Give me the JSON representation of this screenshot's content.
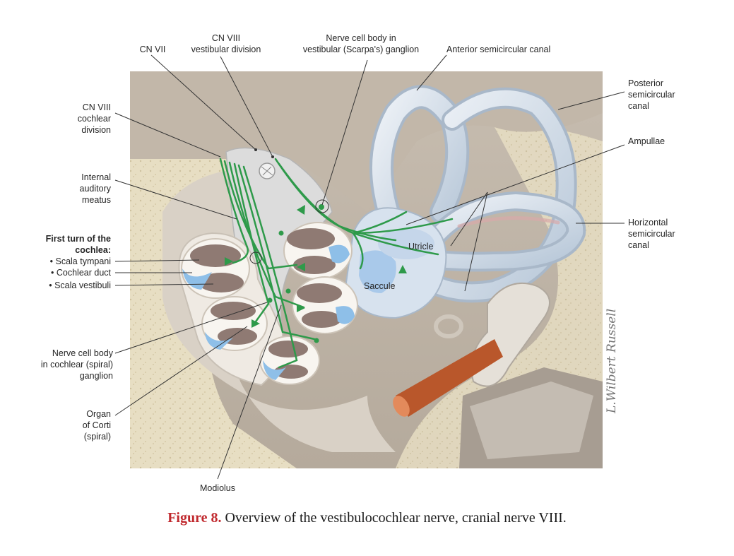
{
  "labels": {
    "cn7": "CN VII",
    "cn8_vestibular": [
      "CN VIII",
      "vestibular division"
    ],
    "scarpa": [
      "Nerve cell body in",
      "vestibular (Scarpa's) ganglion"
    ],
    "anterior_canal": "Anterior semicircular canal",
    "posterior_canal": [
      "Posterior",
      "semicircular",
      "canal"
    ],
    "ampullae": "Ampullae",
    "horizontal_canal": [
      "Horizontal",
      "semicircular",
      "canal"
    ],
    "cn8_cochlear": [
      "CN VIII",
      "cochlear",
      "division"
    ],
    "internal_meatus": [
      "Internal",
      "auditory",
      "meatus"
    ],
    "first_turn": [
      "First turn of the",
      "cochlea:"
    ],
    "scala_tympani": "• Scala tympani",
    "cochlear_duct": "• Cochlear duct",
    "scala_vestibuli": "• Scala vestibuli",
    "spiral_ganglion": [
      "Nerve cell body",
      "in cochlear (spiral)",
      "ganglion"
    ],
    "organ_corti": [
      "Organ",
      "of Corti",
      "(spiral)"
    ],
    "modiolus": "Modiolus",
    "utricle": "Utricle",
    "saccule": "Saccule"
  },
  "signature": "L.Wilbert Russell",
  "caption": {
    "figure": "Figure 8.",
    "text": " Overview of the vestibulocochlear nerve, cranial nerve VIII."
  },
  "colors": {
    "nerve": "#2e9a4a",
    "fluid": "#8ebfe8",
    "bone": "#e6dcc0",
    "tissue": "#cfc6bb",
    "canal": "#dbe4ee",
    "muscle": "#b9572b",
    "caption_red": "#c0282d"
  }
}
